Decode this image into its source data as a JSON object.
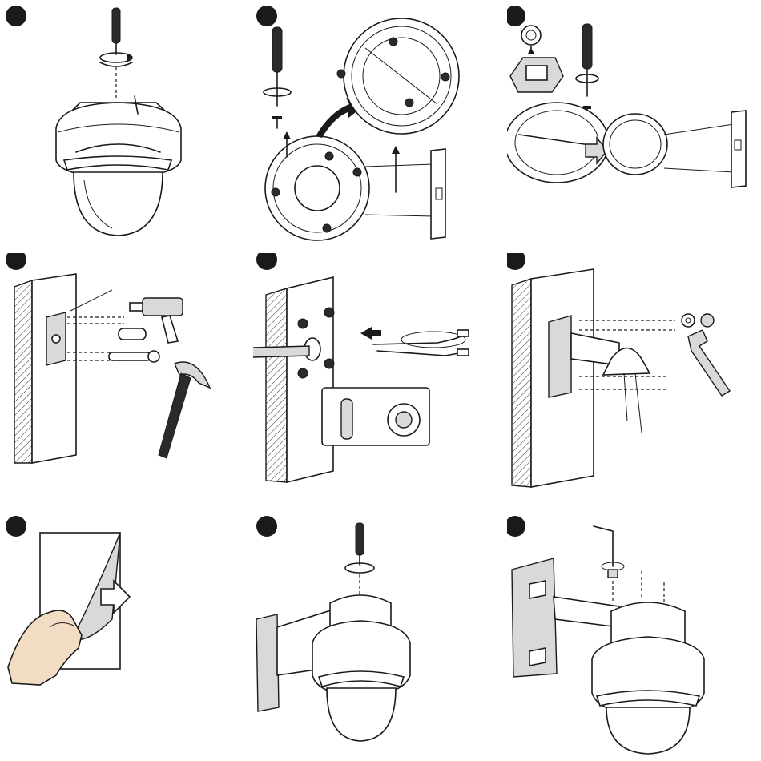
{
  "colors": {
    "ink": "#1a1a1a",
    "paper": "#ffffff",
    "shade": "#d9d9d9",
    "skin": "#f3dcc4"
  },
  "steps": [
    {
      "id": 1,
      "icons": [
        "screwdriver-icon",
        "rotate-arrow-icon",
        "dome-camera-icon"
      ]
    },
    {
      "id": 2,
      "icons": [
        "screwdriver-icon",
        "screw-icon",
        "mount-plate-icon",
        "curved-arrow-icon",
        "bracket-icon"
      ]
    },
    {
      "id": 3,
      "icons": [
        "nut-icon",
        "clip-icon",
        "screwdriver-icon",
        "mount-plate-icon",
        "bracket-icon"
      ]
    },
    {
      "id": 4,
      "icons": [
        "wall-icon",
        "template-icon",
        "drill-icon",
        "anchor-icon",
        "hammer-icon"
      ]
    },
    {
      "id": 5,
      "icons": [
        "wall-icon",
        "cable-icon",
        "desiccant-icon"
      ]
    },
    {
      "id": 6,
      "icons": [
        "wall-icon",
        "bracket-icon",
        "washer-icon",
        "wrench-icon"
      ]
    },
    {
      "id": 7,
      "icons": [
        "hand-icon",
        "film-sheet-icon",
        "arrow-right-icon"
      ]
    },
    {
      "id": 8,
      "icons": [
        "screwdriver-icon",
        "dome-camera-icon",
        "bracket-icon"
      ]
    },
    {
      "id": 9,
      "icons": [
        "allen-key-icon",
        "dome-camera-icon",
        "bracket-icon"
      ]
    }
  ]
}
